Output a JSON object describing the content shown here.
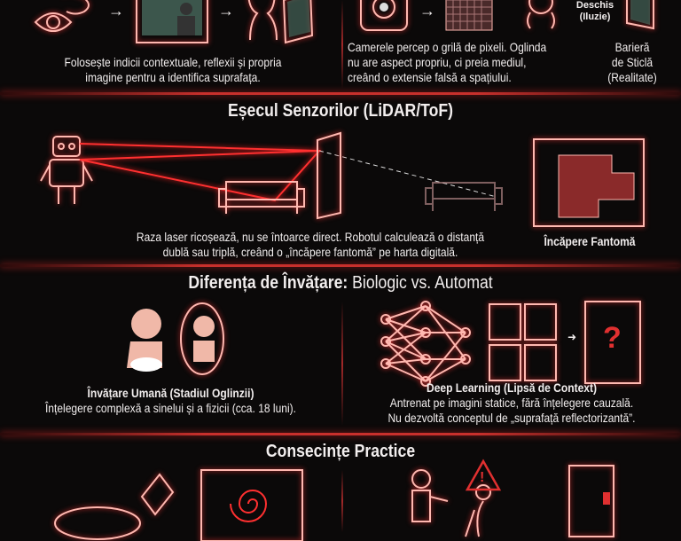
{
  "top": {
    "left_caption": "Folosește indicii contextuale, reflexii și propria imagine pentru a identifica suprafața.",
    "left_caption_l1": "Folosește indicii contextuale, reflexii și propria",
    "left_caption_l2": "imagine pentru a identifica suprafața.",
    "right_caption_l1": "Camerele percep o grilă de pixeli. Oglinda",
    "right_caption_l2": "nu are aspect propriu, ci preia mediul,",
    "right_caption_l3": "creând o extensie falsă a spațiului.",
    "illusion_l1": "Deschis",
    "illusion_l2": "(Iluzie)",
    "barrier_l1": "Barieră",
    "barrier_l2": "de Sticlă",
    "barrier_l3": "(Realitate)"
  },
  "sensors": {
    "title": "Eșecul Senzorilor (LiDAR/ToF)",
    "caption_l1": "Raza laser ricoșează, nu se întoarce direct. Robotul calculează o distanță",
    "caption_l2": "dublă sau triplă, creând o „încăpere fantomă” pe harta digitală.",
    "phantom_label": "Încăpere Fantomă"
  },
  "learning": {
    "title_bold": "Diferența de Învățare:",
    "title_rest": "Biologic vs. Automat",
    "human_title": "Învățare Umană (Stadiul Oglinzii)",
    "human_desc": "Înțelegere complexă a sinelui și a fizicii (cca. 18 luni).",
    "dl_title": "Deep Learning (Lipsă de Context)",
    "dl_desc_l1": "Antrenat pe imagini statice, fără înțelegere cauzală.",
    "dl_desc_l2": "Nu dezvoltă conceptul de „suprafață reflectorizantă”.",
    "question_mark": "?"
  },
  "practical": {
    "title": "Consecințe Practice",
    "warning_mark": "!"
  },
  "colors": {
    "accent": "#e03030",
    "background": "#0b0909",
    "glow": "#ffb8b0"
  }
}
